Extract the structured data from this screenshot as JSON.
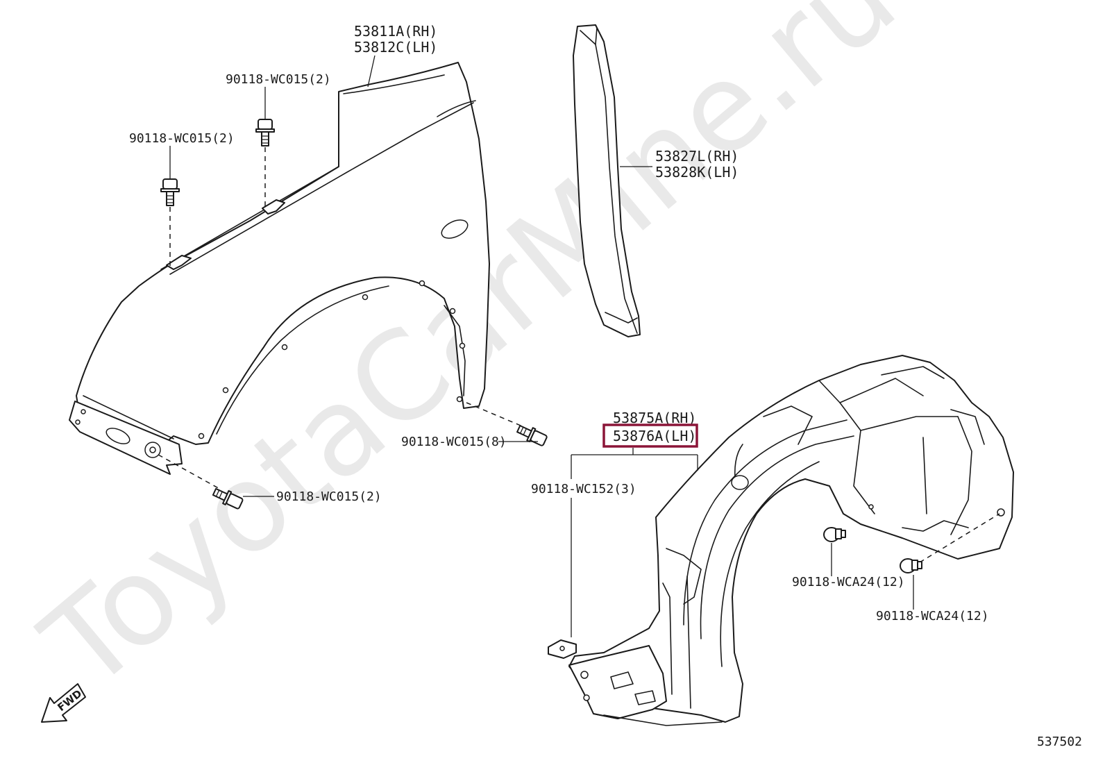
{
  "watermark": "ToyotaCarMine.ru",
  "diagram_number": "537502",
  "fwd_label": "FWD",
  "highlight_color": "#8b1538",
  "labels": {
    "fender_rh": "53811A(RH)",
    "fender_lh": "53812C(LH)",
    "bolt_top_upper": "90118-WC015(2)",
    "bolt_top_left": "90118-WC015(2)",
    "bolt_mid": "90118-WC015(8)",
    "bolt_bottom": "90118-WC015(2)",
    "seal_rh": "53827L(RH)",
    "seal_lh": "53828K(LH)",
    "liner_rh": "53875A(RH)",
    "liner_lh": "53876A(LH)",
    "nut_clip": "90118-WC152(3)",
    "clip_a": "90118-WCA24(12)",
    "clip_b": "90118-WCA24(12)"
  }
}
